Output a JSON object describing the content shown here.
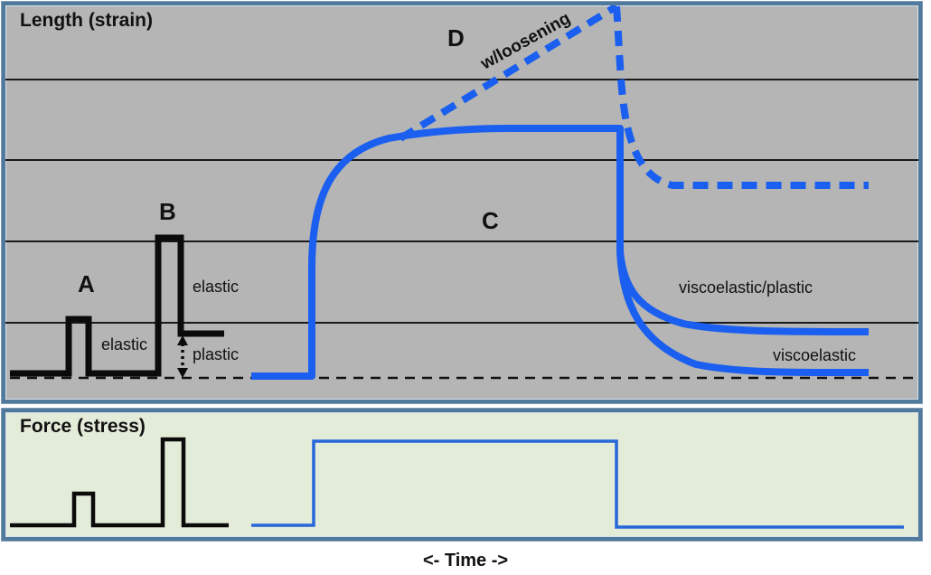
{
  "figure": {
    "strain_panel": {
      "title": "Length (strain)",
      "labels": {
        "a": "A",
        "b": "B",
        "c": "C",
        "d": "D",
        "elastic_a": "elastic",
        "elastic_b": "elastic",
        "plastic": "plastic",
        "loosening": "w/loosening",
        "viscoelastic_plastic": "viscoelastic/plastic",
        "viscoelastic": "viscoelastic"
      }
    },
    "stress_panel": {
      "title": "Force (stress)"
    },
    "time_label": "<- Time ->",
    "colors": {
      "curve_blue": "#1a5ff0",
      "stress_blue": "#2566d8",
      "line_black": "#0b0b0b",
      "strain_panel_bg": "#b5b5b5",
      "stress_panel_bg": "#e3ebd9",
      "panel_border_blue": "#50799c"
    }
  }
}
